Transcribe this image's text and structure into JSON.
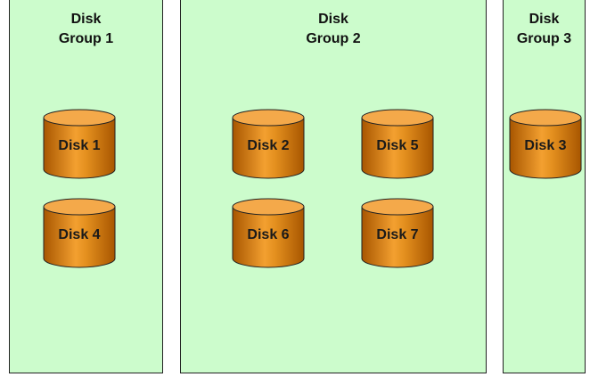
{
  "groups": [
    {
      "id": "g1",
      "line1": "Disk",
      "line2": "Group 1"
    },
    {
      "id": "g2",
      "line1": "Disk",
      "line2": "Group 2"
    },
    {
      "id": "g3",
      "line1": "Disk",
      "line2": "Group 3"
    }
  ],
  "disks": [
    {
      "label": "Disk 1"
    },
    {
      "label": "Disk 4"
    },
    {
      "label": "Disk 2"
    },
    {
      "label": "Disk 5"
    },
    {
      "label": "Disk 6"
    },
    {
      "label": "Disk 7"
    },
    {
      "label": "Disk 3"
    }
  ],
  "colors": {
    "group_fill": "#ccfccc",
    "disk_top": "#f4a94a",
    "disk_body_dark": "#b35f00",
    "disk_body_light": "#f3a030"
  }
}
